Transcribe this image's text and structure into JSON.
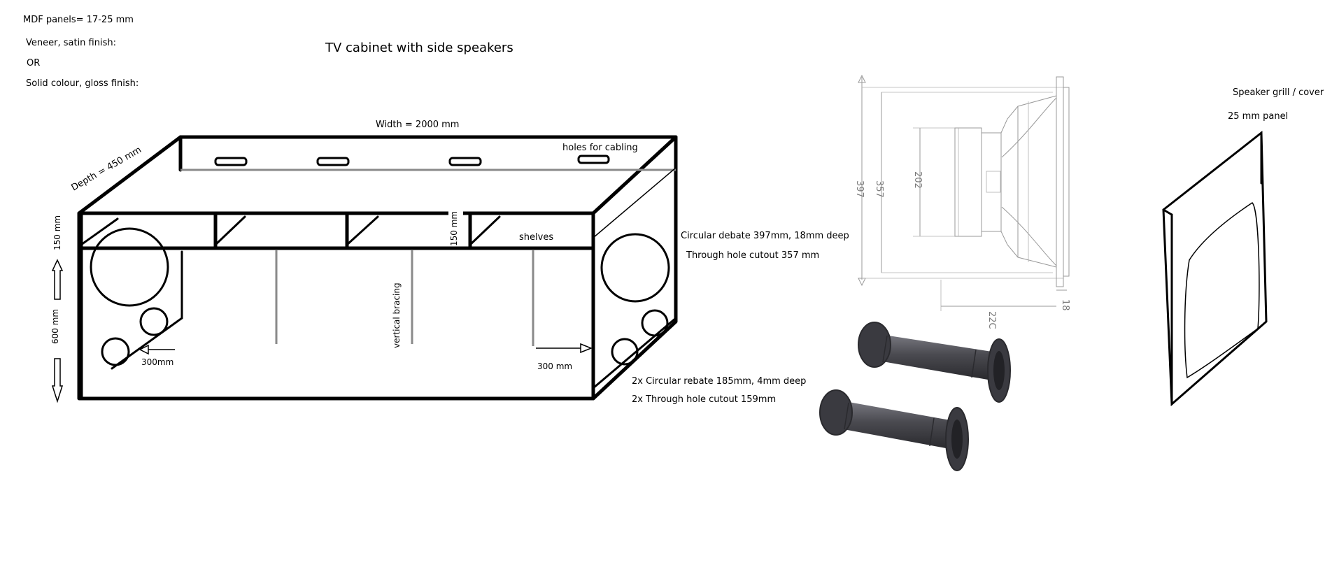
{
  "notes": {
    "mdf": "MDF panels=   17-25    mm",
    "veneer": "Veneer, satin finish:",
    "or": "OR",
    "solid": "Solid colour, gloss finish:"
  },
  "title": "TV cabinet with side speakers",
  "cabinet": {
    "width": "Width = 2000 mm",
    "depth": "Depth = 450     mm",
    "holes": "holes for cabling",
    "shelf_height_left": "150 mm",
    "shelf_height_mid": "150 mm",
    "shelves": "shelves",
    "height": "600 mm",
    "vertical_bracing": "vertical bracing",
    "offset_left": "300mm",
    "offset_right": "300 mm"
  },
  "speaker_notes": {
    "rebate_large": "Circular debate 397mm, 18mm deep",
    "cutout_large": "Through hole cutout 357 mm",
    "rebate_small": "2x  Circular rebate 185mm, 4mm deep",
    "cutout_small": "2x  Through hole cutout 159mm"
  },
  "driver_drawing": {
    "d397": "397",
    "d357": "357",
    "d202": "202",
    "d220": "22C",
    "d18": "18"
  },
  "grill": {
    "title": "Speaker grill / cover",
    "panel": "25 mm  panel"
  },
  "colors": {
    "ink": "#000000",
    "bracing": "#8a8a8a",
    "port": "#4a4a50"
  }
}
